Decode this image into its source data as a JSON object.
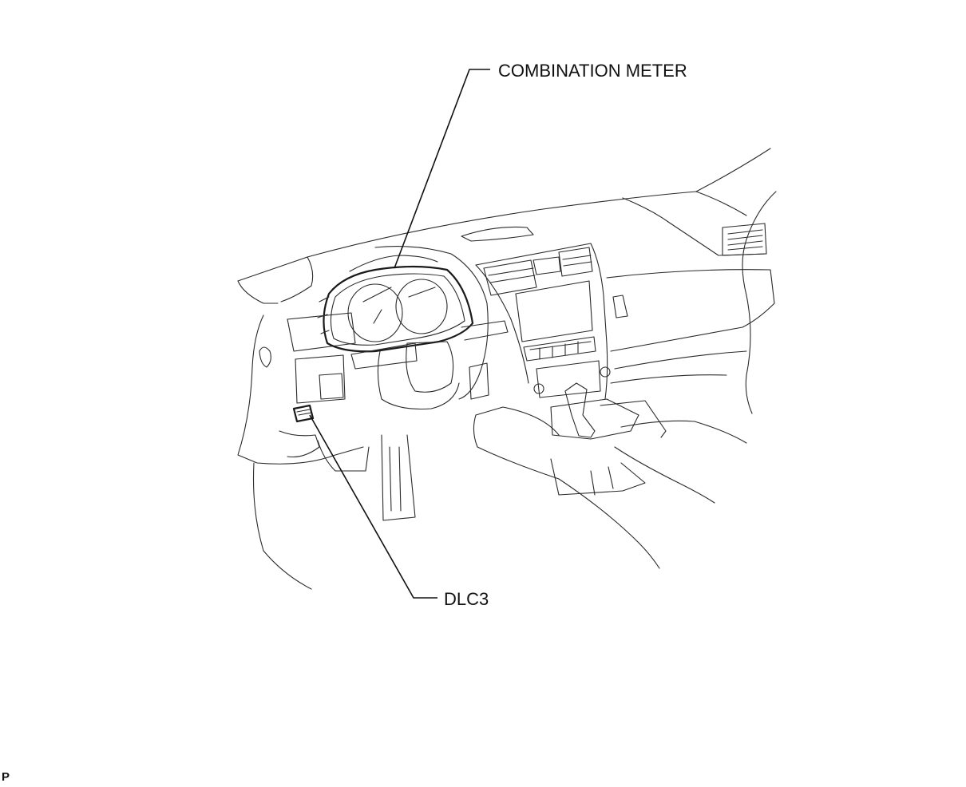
{
  "labels": {
    "combination_meter": "COMBINATION METER",
    "dlc3": "DLC3"
  },
  "figure_code": "P",
  "colors": {
    "background": "#ffffff",
    "line": "#2a2a2a",
    "text": "#111111"
  }
}
